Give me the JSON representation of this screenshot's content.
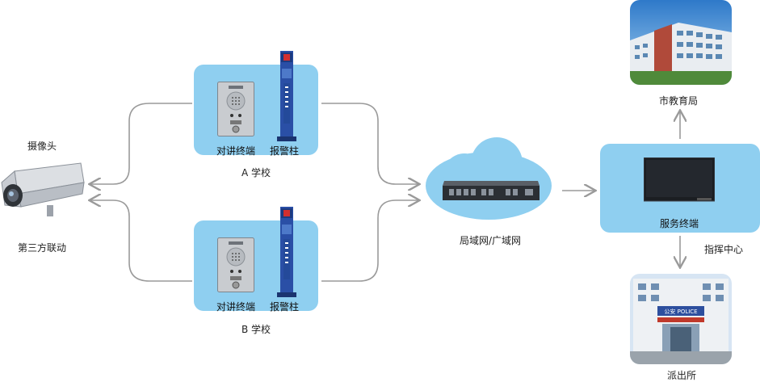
{
  "camera": {
    "title": "摄像头",
    "subtitle": "第三方联动"
  },
  "school_a": {
    "name": "A 学校",
    "intercom_label": "对讲终端",
    "alarm_label": "报警柱"
  },
  "school_b": {
    "name": "B 学校",
    "intercom_label": "对讲终端",
    "alarm_label": "报警柱"
  },
  "network": {
    "label": "局域网/广域网"
  },
  "server": {
    "label": "服务终端",
    "center_label": "指挥中心"
  },
  "education": {
    "label": "市教育局"
  },
  "police": {
    "label": "派出所",
    "sign": "公安 POLICE"
  },
  "colors": {
    "panel": "#8fcff0",
    "cloud": "#8fcff0",
    "line": "#9a9a9a"
  }
}
